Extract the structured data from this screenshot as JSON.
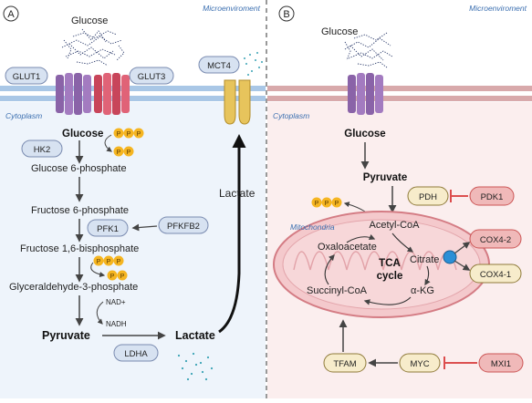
{
  "panelA": {
    "letter": "A",
    "microenvironment": "Microenviroment",
    "cytoplasm": "Cytoplasm",
    "glucose_top": "Glucose",
    "glut1": "GLUT1",
    "glut3": "GLUT3",
    "mct4": "MCT4",
    "glucose": "Glucose",
    "hk2": "HK2",
    "g6p": "Glucose 6-phosphate",
    "f6p": "Fructose 6-phosphate",
    "pfk1": "PFK1",
    "pfkfb2": "PFKFB2",
    "f16bp": "Fructose 1,6-bisphosphate",
    "g3p": "Glyceraldehyde-3-phosphate",
    "nad": "NAD+",
    "nadh": "NADH",
    "pyruvate": "Pyruvate",
    "lactate_bottom": "Lactate",
    "lactate_right": "Lactate",
    "ldha": "LDHA"
  },
  "panelB": {
    "letter": "B",
    "microenvironment": "Microenviroment",
    "cytoplasm": "Cytoplasm",
    "glucose_top": "Glucose",
    "glucose": "Glucose",
    "pyruvate": "Pyruvate",
    "pdh": "PDH",
    "pdk1": "PDK1",
    "mitochondria": "Mitochondria",
    "acetylcoa": "Acetyl-CoA",
    "oxaloacetate": "Oxaloacetate",
    "citrate": "Citrate",
    "tca1": "TCA",
    "tca2": "cycle",
    "succinylcoa": "Succinyl-CoA",
    "akg": "α-KG",
    "cox42": "COX4-2",
    "cox41": "COX4-1",
    "tfam": "TFAM",
    "myc": "MYC",
    "mxi1": "MXI1"
  },
  "phosphate_letter": "P",
  "colors": {
    "panelA_bg": "#eef4fb",
    "panelB_bg": "#fbeeee",
    "membraneA": "#a9c7e6",
    "membraneB": "#d8a9ab",
    "pill_blue": "#d7e2f1",
    "pill_yellow": "#f7eccb",
    "pill_red": "#f0b9b9",
    "phosphate": "#f5b521",
    "inhibit": "#d83a3a",
    "mito_fill": "#f4c9cc",
    "mito_stroke": "#d47c84"
  }
}
